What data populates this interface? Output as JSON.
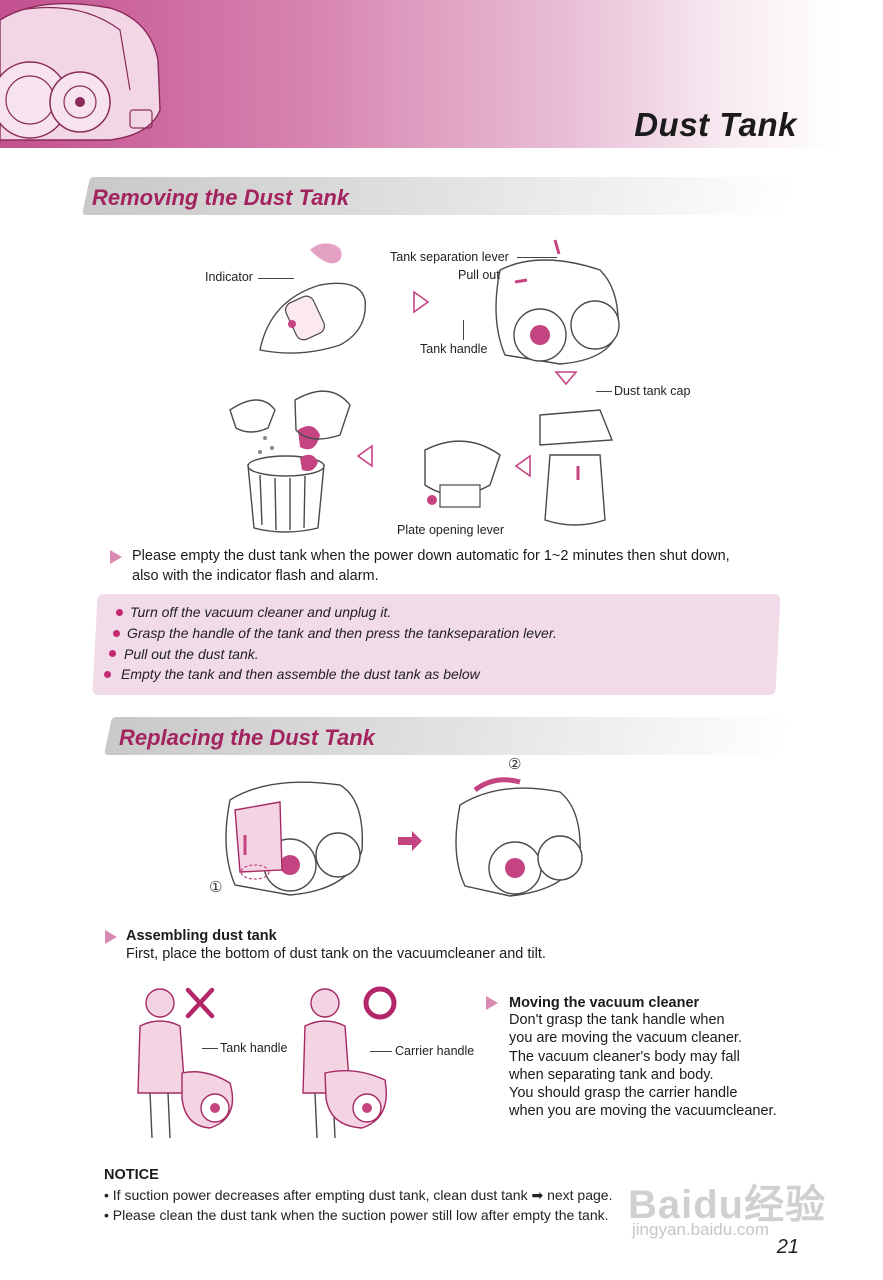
{
  "header": {
    "title": "Dust Tank"
  },
  "removing": {
    "heading": "Removing the Dust Tank",
    "labels": {
      "indicator": "Indicator",
      "tank_separation_lever": "Tank separation lever",
      "pull_out": "Pull out",
      "tank_handle": "Tank handle",
      "dust_tank_cap": "Dust tank cap",
      "plate_opening_lever": "Plate opening lever"
    },
    "note_line1": "Please empty the dust tank when the power down automatic for 1~2 minutes then shut down,",
    "note_line2": "also with the indicator flash and alarm.",
    "steps": [
      "Turn off the vacuum cleaner and unplug it.",
      "Grasp the handle of the tank and then press the tankseparation lever.",
      "Pull out the dust tank.",
      "Empty the tank and then assemble the dust tank as below"
    ]
  },
  "replacing": {
    "heading": "Replacing the Dust Tank",
    "step_marks": {
      "one": "①",
      "two": "②"
    },
    "assembling_title": "Assembling dust tank",
    "assembling_text": "First, place the bottom of dust tank on the vacuumcleaner and tilt.",
    "wrong_label": "Tank handle",
    "right_label": "Carrier handle",
    "moving_title": "Moving the vacuum cleaner",
    "moving_lines": [
      "Don't grasp the tank handle when",
      "you are moving the vacuum cleaner.",
      "The vacuum cleaner's body may fall",
      "when separating tank and body.",
      "You should grasp the carrier handle",
      "when you are moving the vacuumcleaner."
    ]
  },
  "notice": {
    "title": "NOTICE",
    "line1": "• If suction power decreases after empting dust tank, clean dust tank ➡ next page.",
    "line2": "• Please clean the dust tank when the suction power still low after empty the tank."
  },
  "page_number": "21",
  "watermark": {
    "logo": "Baidu经验",
    "url": "jingyan.baidu.com"
  },
  "colors": {
    "accent": "#a3235f",
    "header_pink": "#c3508f",
    "box_pink": "#f1dbe8",
    "bullet": "#c4286f"
  }
}
